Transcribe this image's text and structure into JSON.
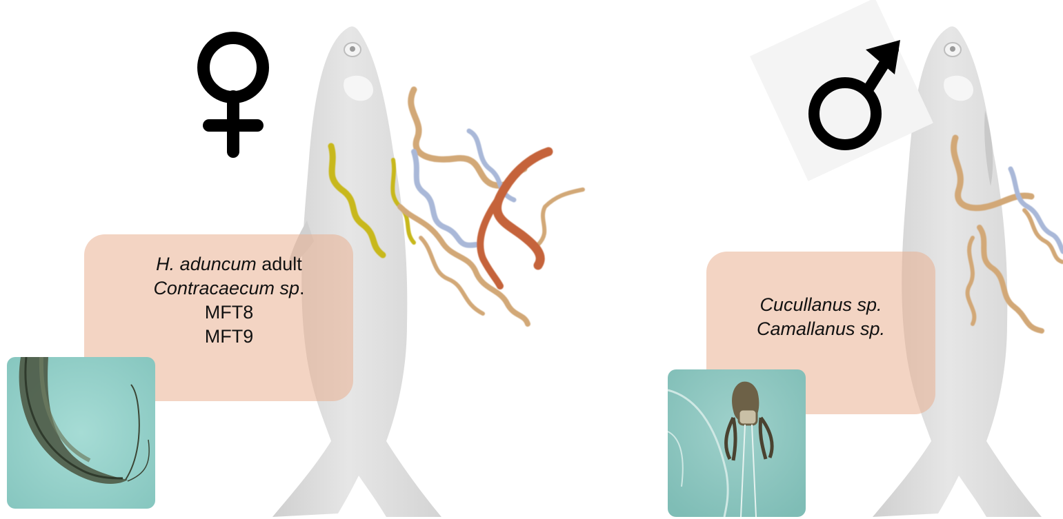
{
  "female_panel": {
    "sex_symbol": "♀",
    "species_lines": [
      {
        "italic": "H. aduncum",
        "plain": " adult"
      },
      {
        "italic": "Contracaecum sp",
        "plain": "."
      },
      {
        "italic": "",
        "plain": "MFT8"
      },
      {
        "italic": "",
        "plain": "MFT9"
      }
    ],
    "micrograph": "nematode-tail-micrograph",
    "worm_colors": [
      "#c8b81a",
      "#d2a877",
      "#a9b8d8",
      "#c5643a"
    ]
  },
  "male_panel": {
    "sex_symbol": "♂",
    "species_lines": [
      {
        "italic": "Cucullanus sp.",
        "plain": ""
      },
      {
        "italic": "Camallanus sp.",
        "plain": ""
      }
    ],
    "micrograph": "nematode-head-micrograph",
    "worm_colors": [
      "#d2a877",
      "#a9b8d8"
    ]
  },
  "colors": {
    "fish_body": "#e0e0e0",
    "label_box": "#eab092",
    "micrograph_bg": "#8fcdc6"
  }
}
